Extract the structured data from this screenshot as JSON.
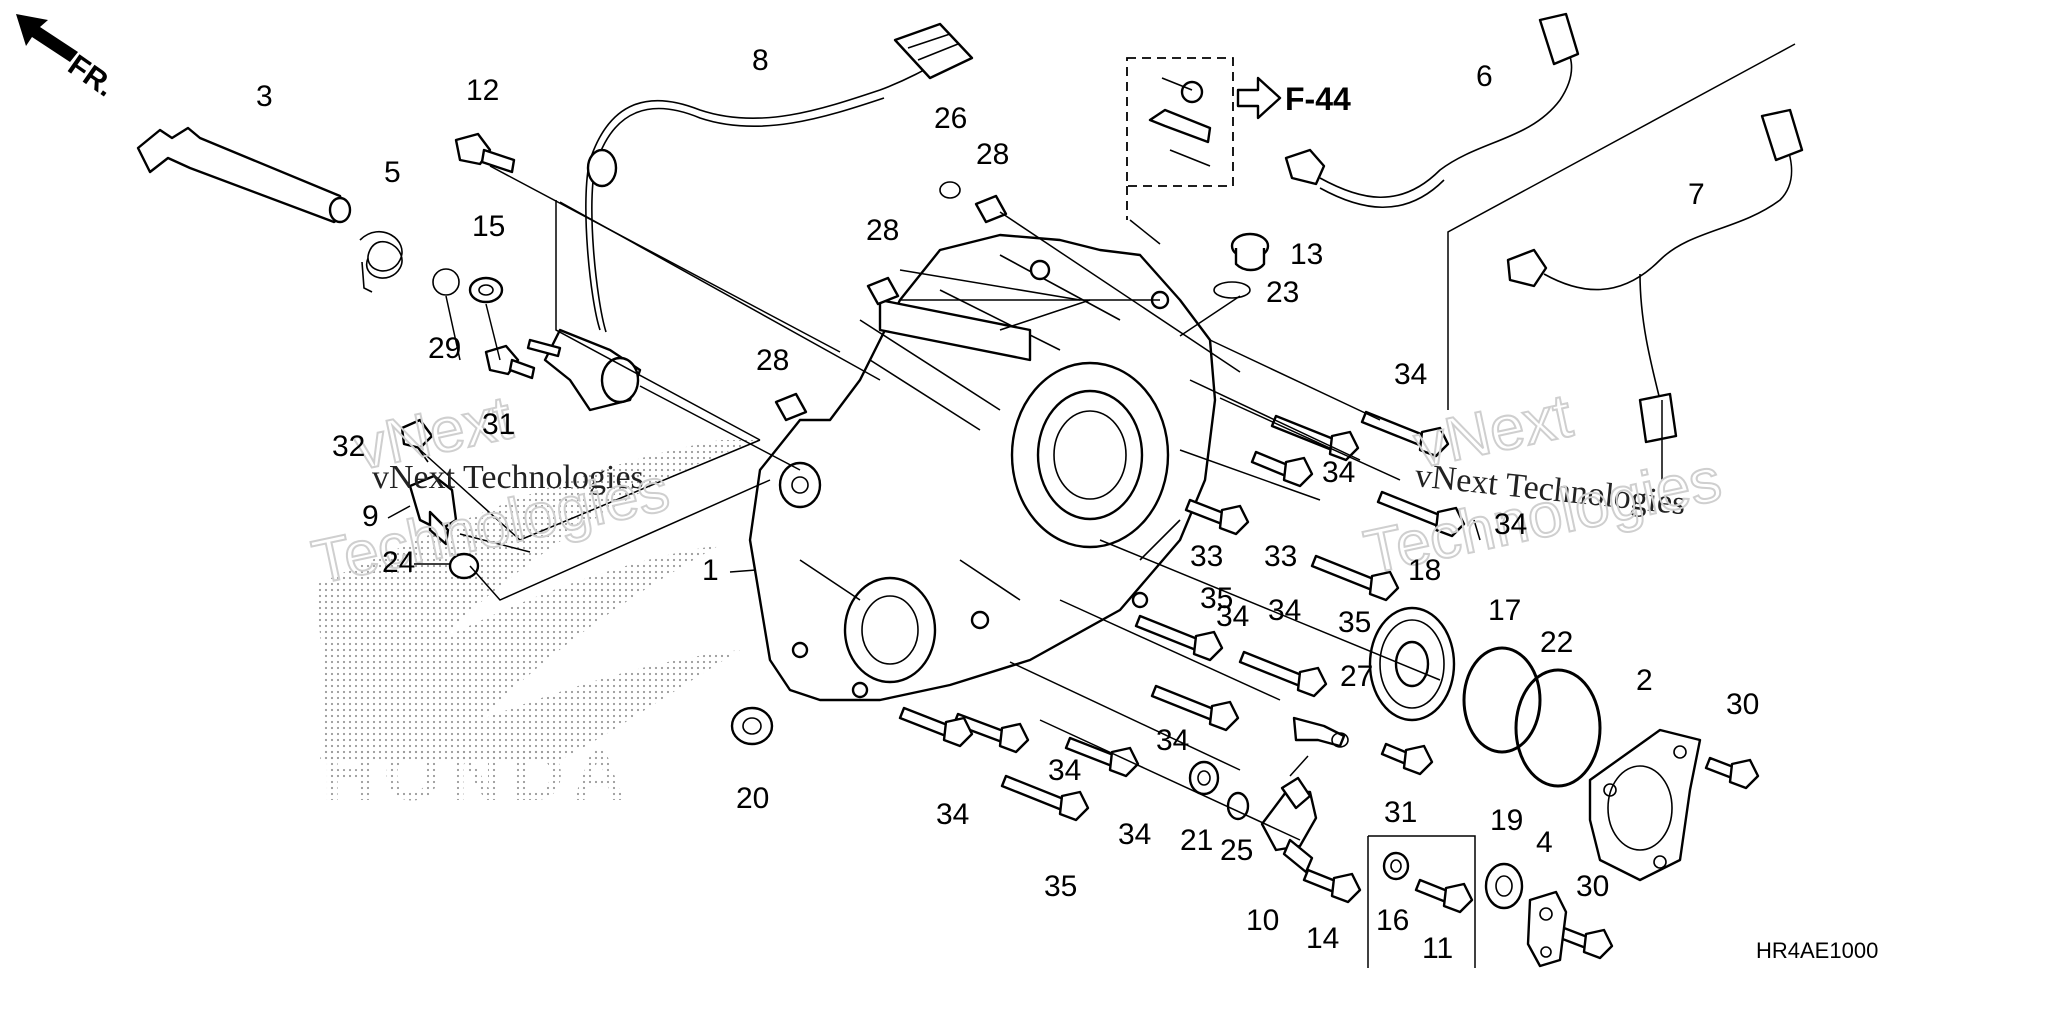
{
  "diagram": {
    "direction_label": "FR.",
    "reference_label": "F-44",
    "diagram_code": "HR4AE1000",
    "brand_text": "HONDA",
    "watermark": [
      "vNext Technologies",
      "vNext",
      "Technologies"
    ],
    "callouts": [
      {
        "id": "c1",
        "text": "1"
      },
      {
        "id": "c2",
        "text": "2"
      },
      {
        "id": "c3",
        "text": "3"
      },
      {
        "id": "c4",
        "text": "4"
      },
      {
        "id": "c5",
        "text": "5"
      },
      {
        "id": "c6",
        "text": "6"
      },
      {
        "id": "c7",
        "text": "7"
      },
      {
        "id": "c8",
        "text": "8"
      },
      {
        "id": "c9",
        "text": "9"
      },
      {
        "id": "c10",
        "text": "10"
      },
      {
        "id": "c11",
        "text": "11"
      },
      {
        "id": "c12",
        "text": "12"
      },
      {
        "id": "c13",
        "text": "13"
      },
      {
        "id": "c14",
        "text": "14"
      },
      {
        "id": "c15",
        "text": "15"
      },
      {
        "id": "c16",
        "text": "16"
      },
      {
        "id": "c17",
        "text": "17"
      },
      {
        "id": "c18",
        "text": "18"
      },
      {
        "id": "c19",
        "text": "19"
      },
      {
        "id": "c20",
        "text": "20"
      },
      {
        "id": "c21",
        "text": "21"
      },
      {
        "id": "c22",
        "text": "22"
      },
      {
        "id": "c23",
        "text": "23"
      },
      {
        "id": "c24",
        "text": "24"
      },
      {
        "id": "c25",
        "text": "25"
      },
      {
        "id": "c26",
        "text": "26"
      },
      {
        "id": "c27",
        "text": "27"
      },
      {
        "id": "c28a",
        "text": "28"
      },
      {
        "id": "c28b",
        "text": "28"
      },
      {
        "id": "c28c",
        "text": "28"
      },
      {
        "id": "c29",
        "text": "29"
      },
      {
        "id": "c30a",
        "text": "30"
      },
      {
        "id": "c30b",
        "text": "30"
      },
      {
        "id": "c31a",
        "text": "31"
      },
      {
        "id": "c31b",
        "text": "31"
      },
      {
        "id": "c32",
        "text": "32"
      },
      {
        "id": "c33a",
        "text": "33"
      },
      {
        "id": "c33b",
        "text": "33"
      },
      {
        "id": "c34a",
        "text": "34"
      },
      {
        "id": "c34b",
        "text": "34"
      },
      {
        "id": "c34c",
        "text": "34"
      },
      {
        "id": "c34d",
        "text": "34"
      },
      {
        "id": "c34e",
        "text": "34"
      },
      {
        "id": "c34f",
        "text": "34"
      },
      {
        "id": "c34g",
        "text": "34"
      },
      {
        "id": "c34h",
        "text": "34"
      },
      {
        "id": "c34i",
        "text": "34"
      },
      {
        "id": "c35a",
        "text": "35"
      },
      {
        "id": "c35b",
        "text": "35"
      },
      {
        "id": "c35c",
        "text": "35"
      }
    ]
  }
}
